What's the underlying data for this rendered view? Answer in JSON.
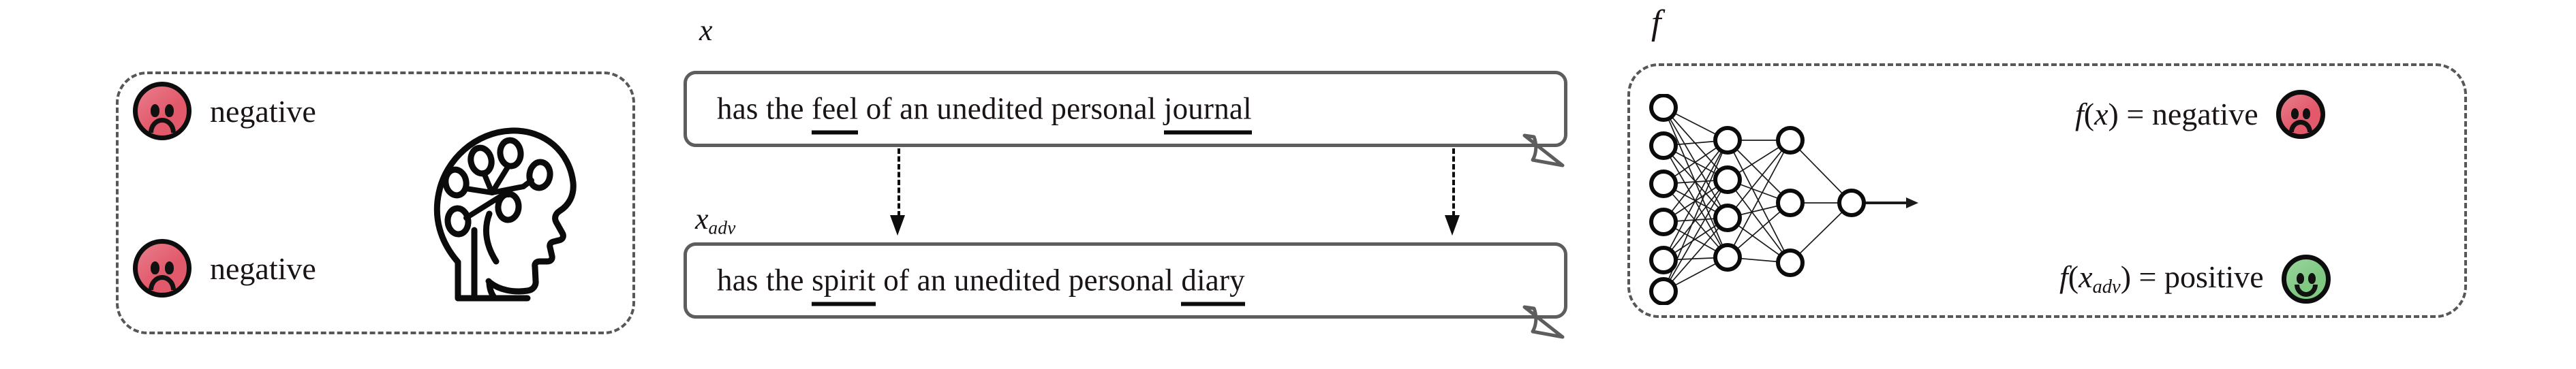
{
  "figure": {
    "ground_truth_panel": {
      "name": "ground-truth-labels",
      "items": [
        {
          "icon": "sad-face-icon",
          "label": "negative",
          "color": "#E2596B"
        },
        {
          "icon": "sad-face-icon",
          "label": "negative",
          "color": "#E2596B"
        }
      ],
      "human_icon": "head-with-brain-nodes-icon"
    },
    "inputs": {
      "original": {
        "var_label": "x",
        "var_label_sub": "",
        "sentence_parts": [
          {
            "text": "has the ",
            "underlined": false
          },
          {
            "text": "feel",
            "underlined": true
          },
          {
            "text": " of an unedited personal ",
            "underlined": false
          },
          {
            "text": "journal",
            "underlined": true
          }
        ],
        "full_text": "has the feel of an unedited personal journal"
      },
      "adversarial": {
        "var_label": "x",
        "var_label_sub": "adv",
        "sentence_parts": [
          {
            "text": "has the ",
            "underlined": false
          },
          {
            "text": "spirit",
            "underlined": true
          },
          {
            "text": " of an unedited personal ",
            "underlined": false
          },
          {
            "text": "diary",
            "underlined": true
          }
        ],
        "full_text": "has the spirit of an unedited personal diary"
      },
      "perturbation_arrows": [
        {
          "name": "arrow-feel-to-spirit",
          "from_word": "feel",
          "to_word": "spirit"
        },
        {
          "name": "arrow-journal-to-diary",
          "from_word": "journal",
          "to_word": "diary"
        }
      ]
    },
    "model_panel": {
      "model_label": "f",
      "network": {
        "name": "neural-network-icon",
        "layer_sizes": [
          6,
          4,
          3,
          1
        ],
        "has_output_arrow": true
      },
      "results": [
        {
          "name": "prediction-original",
          "expression": "f(x) = negative",
          "fn": "f",
          "arg": "x",
          "arg_sub": "",
          "equals": " = ",
          "value": "negative",
          "icon": "sad-face-icon",
          "color": "#E2596B"
        },
        {
          "name": "prediction-adversarial",
          "expression": "f(x_adv) = positive",
          "fn": "f",
          "arg": "x",
          "arg_sub": "adv",
          "equals": " = ",
          "value": "positive",
          "icon": "happy-face-icon",
          "color": "#7FC983"
        }
      ]
    },
    "colors": {
      "negative": "#E2596B",
      "positive": "#7FC983",
      "panel_border": "#575757",
      "bubble_border": "#5d5d5d",
      "text": "#1a1414",
      "underline": "#0b0b0b",
      "background": "#ffffff"
    }
  }
}
